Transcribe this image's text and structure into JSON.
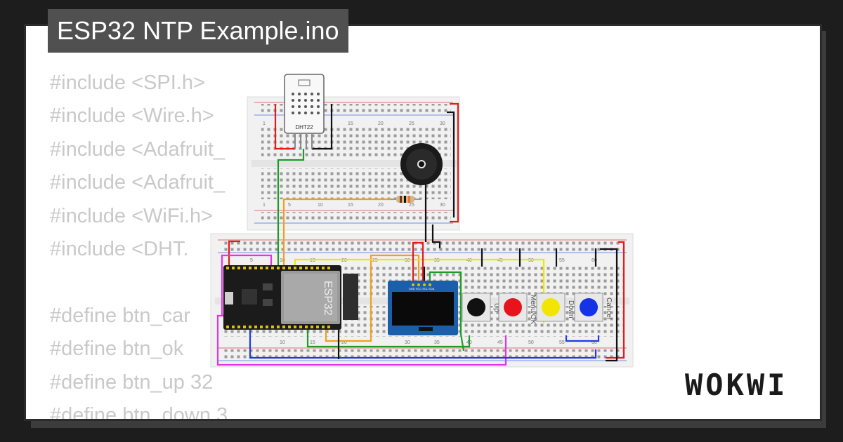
{
  "title": "ESP32 NTP Example.ino",
  "code_lines": [
    "#include <SPI.h>",
    "#include <Wire.h>",
    "#include <Adafruit_",
    "#include <Adafruit_",
    "#include <WiFi.h>",
    "#include <DHT.",
    "",
    "#define btn_car",
    "#define btn_ok",
    "#define btn_up 32",
    "#define btn_down 3"
  ],
  "brand": "WOKWI",
  "components": {
    "dht_label": "DHT22",
    "esp_label": "ESP32",
    "oled_pins": "GND VCC SCL SDA",
    "button_labels": [
      "Up",
      "Menu/OK",
      "Down",
      "Cancel"
    ]
  },
  "breadboard_numbers": {
    "top": [
      "1",
      "5",
      "10",
      "15",
      "20",
      "25",
      "30"
    ],
    "bottom": [
      "5",
      "10",
      "15",
      "20",
      "25",
      "30",
      "35",
      "40",
      "45",
      "50",
      "55",
      "60"
    ]
  },
  "colors": {
    "background": "#1d1d1d",
    "card": "#ffffff",
    "title_bg": "#505050",
    "code_text": "#c9c9c9",
    "button_black": "#111111",
    "button_red": "#e8141c",
    "button_yellow": "#f2e600",
    "button_blue": "#1432e6"
  }
}
